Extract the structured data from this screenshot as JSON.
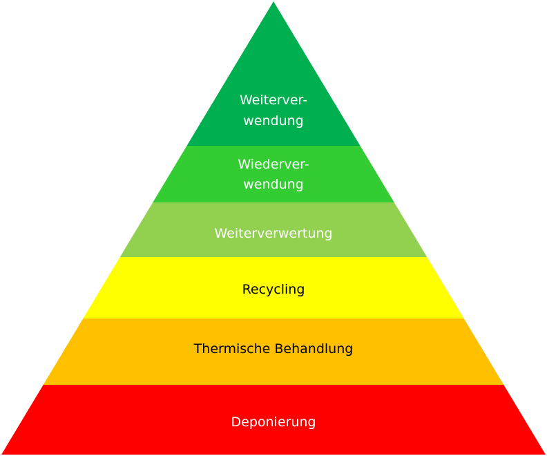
{
  "pyramid": {
    "tiers": [
      {
        "lines": [
          "Weiterver-",
          "wendung"
        ],
        "fill": "#00B050",
        "text_color": "#FFFFFF"
      },
      {
        "lines": [
          "Wiederver-",
          "wendung"
        ],
        "fill": "#33CC33",
        "text_color": "#FFFFFF"
      },
      {
        "lines": [
          "Weiterverwertung"
        ],
        "fill": "#92D050",
        "text_color": "#FFFFFF"
      },
      {
        "lines": [
          "Recycling"
        ],
        "fill": "#FFFF00",
        "text_color": "#000000"
      },
      {
        "lines": [
          "Thermische Behandlung"
        ],
        "fill": "#FFC000",
        "text_color": "#000000"
      },
      {
        "lines": [
          "Deponierung"
        ],
        "fill": "#FF0000",
        "text_color": "#FFFFFF"
      }
    ]
  }
}
